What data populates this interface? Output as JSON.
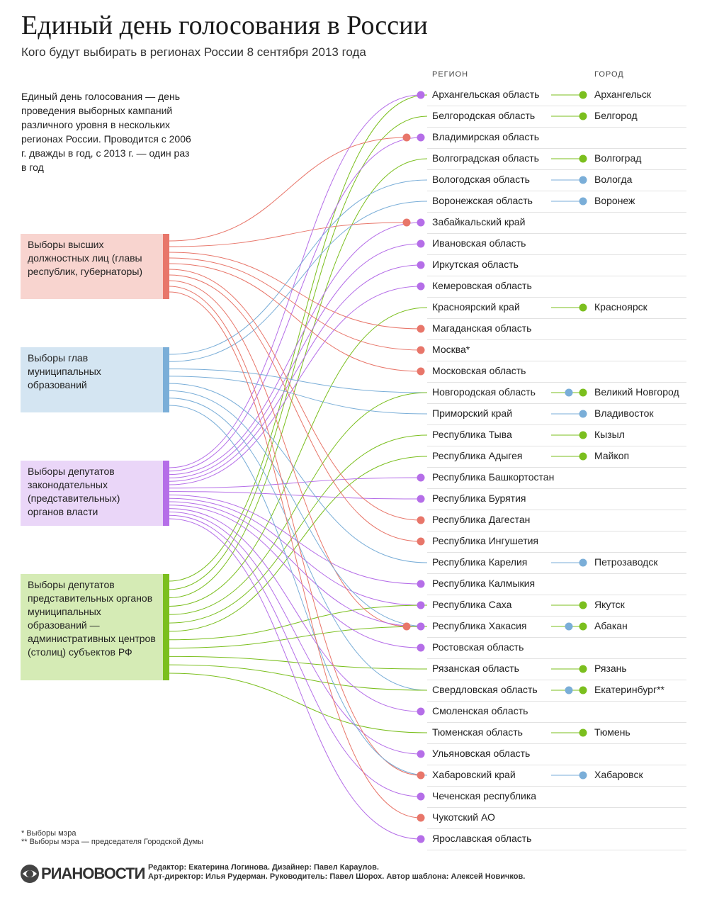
{
  "title": "Единый день голосования в России",
  "subtitle": "Кого будут выбирать в регионах России 8 сентября 2013 года",
  "description": "Единый день голосования — день проведения выборных кампаний различного уровня в нескольких регионах России. Проводится с 2006 г. дважды в год, с 2013 г. — один раз в год",
  "column_headers": {
    "region": "РЕГИОН",
    "city": "ГОРОД"
  },
  "colors": {
    "heads": "#e8766a",
    "municipal": "#7aaed8",
    "legislative": "#b56ee8",
    "admin_centers": "#7bbf1e"
  },
  "categories": [
    {
      "key": "heads",
      "label": "Выборы высших должностных лиц (главы республик, губернаторы)",
      "bg": "#f8d4cf"
    },
    {
      "key": "municipal",
      "label": "Выборы глав муниципальных образований",
      "bg": "#d4e5f2"
    },
    {
      "key": "legislative",
      "label": "Выборы депутатов законодательных (представительных) органов власти",
      "bg": "#ead6f8"
    },
    {
      "key": "admin_centers",
      "label": "Выборы депутатов представительных органов муниципальных образований — административных центров (столиц) субъектов РФ",
      "bg": "#d5ebb5"
    }
  ],
  "regions": [
    {
      "name": "Архангельская область",
      "types": [
        "legislative"
      ],
      "city": "Архангельск",
      "city_types": [
        "admin_centers"
      ]
    },
    {
      "name": "Белгородская область",
      "types": [],
      "city": "Белгород",
      "city_types": [
        "admin_centers"
      ]
    },
    {
      "name": "Владимирская область",
      "types": [
        "heads",
        "legislative"
      ],
      "city": "",
      "city_types": []
    },
    {
      "name": "Волгоградская область",
      "types": [],
      "city": "Волгоград",
      "city_types": [
        "admin_centers"
      ]
    },
    {
      "name": "Вологодская область",
      "types": [],
      "city": "Вологда",
      "city_types": [
        "municipal"
      ]
    },
    {
      "name": "Воронежская область",
      "types": [],
      "city": "Воронеж",
      "city_types": [
        "municipal"
      ]
    },
    {
      "name": "Забайкальский край",
      "types": [
        "heads",
        "legislative"
      ],
      "city": "",
      "city_types": []
    },
    {
      "name": "Ивановская область",
      "types": [
        "legislative"
      ],
      "city": "",
      "city_types": []
    },
    {
      "name": "Иркутская область",
      "types": [
        "legislative"
      ],
      "city": "",
      "city_types": []
    },
    {
      "name": "Кемеровская область",
      "types": [
        "legislative"
      ],
      "city": "",
      "city_types": []
    },
    {
      "name": "Красноярский край",
      "types": [],
      "city": "Красноярск",
      "city_types": [
        "admin_centers"
      ]
    },
    {
      "name": "Магаданская область",
      "types": [
        "heads"
      ],
      "city": "",
      "city_types": []
    },
    {
      "name": "Москва*",
      "types": [
        "heads"
      ],
      "city": "",
      "city_types": []
    },
    {
      "name": "Московская область",
      "types": [
        "heads"
      ],
      "city": "",
      "city_types": []
    },
    {
      "name": "Новгородская область",
      "types": [],
      "city": "Великий Новгород",
      "city_types": [
        "municipal",
        "admin_centers"
      ]
    },
    {
      "name": "Приморский край",
      "types": [],
      "city": "Владивосток",
      "city_types": [
        "municipal"
      ]
    },
    {
      "name": "Республика Тыва",
      "types": [],
      "city": "Кызыл",
      "city_types": [
        "admin_centers"
      ]
    },
    {
      "name": "Республика Адыгея",
      "types": [],
      "city": "Майкоп",
      "city_types": [
        "admin_centers"
      ]
    },
    {
      "name": "Республика Башкортостан",
      "types": [
        "legislative"
      ],
      "city": "",
      "city_types": []
    },
    {
      "name": "Республика Бурятия",
      "types": [
        "legislative"
      ],
      "city": "",
      "city_types": []
    },
    {
      "name": "Республика Дагестан",
      "types": [
        "heads"
      ],
      "city": "",
      "city_types": []
    },
    {
      "name": "Республика Ингушетия",
      "types": [
        "heads"
      ],
      "city": "",
      "city_types": []
    },
    {
      "name": "Республика Карелия",
      "types": [],
      "city": "Петрозаводск",
      "city_types": [
        "municipal"
      ]
    },
    {
      "name": "Республика Калмыкия",
      "types": [
        "legislative"
      ],
      "city": "",
      "city_types": []
    },
    {
      "name": "Республика Саха",
      "types": [
        "legislative"
      ],
      "city": "Якутск",
      "city_types": [
        "admin_centers"
      ]
    },
    {
      "name": "Республика Хакасия",
      "types": [
        "heads",
        "legislative"
      ],
      "city": "Абакан",
      "city_types": [
        "municipal",
        "admin_centers"
      ]
    },
    {
      "name": "Ростовская область",
      "types": [
        "legislative"
      ],
      "city": "",
      "city_types": []
    },
    {
      "name": "Рязанская область",
      "types": [],
      "city": "Рязань",
      "city_types": [
        "admin_centers"
      ]
    },
    {
      "name": "Свердловская область",
      "types": [],
      "city": "Екатеринбург**",
      "city_types": [
        "municipal",
        "admin_centers"
      ]
    },
    {
      "name": "Смоленская область",
      "types": [
        "legislative"
      ],
      "city": "",
      "city_types": []
    },
    {
      "name": "Тюменская область",
      "types": [],
      "city": "Тюмень",
      "city_types": [
        "admin_centers"
      ]
    },
    {
      "name": "Ульяновская область",
      "types": [
        "legislative"
      ],
      "city": "",
      "city_types": []
    },
    {
      "name": "Хабаровский край",
      "types": [
        "heads"
      ],
      "city": "Хабаровск",
      "city_types": [
        "municipal"
      ]
    },
    {
      "name": "Чеченская республика",
      "types": [
        "legislative"
      ],
      "city": "",
      "city_types": []
    },
    {
      "name": "Чукотский АО",
      "types": [
        "heads"
      ],
      "city": "",
      "city_types": []
    },
    {
      "name": "Ярославская область",
      "types": [
        "legislative"
      ],
      "city": "",
      "city_types": []
    }
  ],
  "footnotes": [
    "* Выборы мэра",
    "** Выборы мэра — председателя Городской Думы"
  ],
  "logo_text": "РИАНОВОСТИ",
  "credits": [
    "Редактор: Екатерина Логинова. Дизайнер: Павел Караулов.",
    "Арт-директор: Илья Рудерман. Руководитель: Павел Шорох. Автор шаблона: Алексей Новичков."
  ]
}
